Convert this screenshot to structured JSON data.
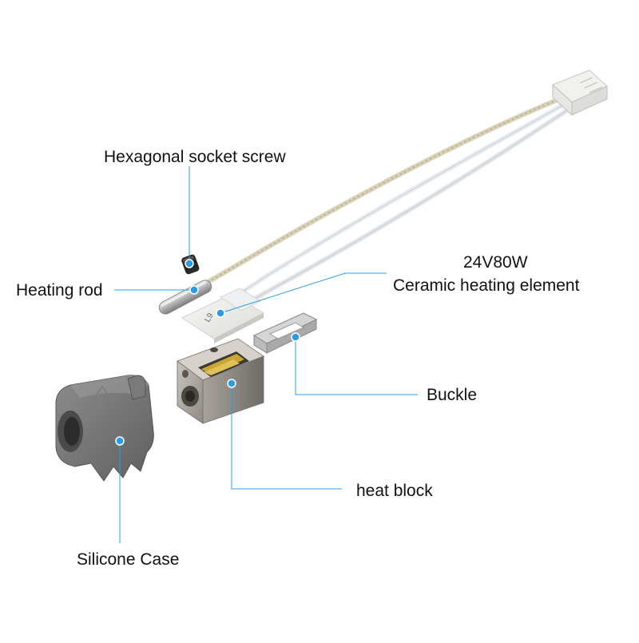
{
  "colors": {
    "leader": "#2a9ce8",
    "background": "#ffffff"
  },
  "labels": {
    "screw": "Hexagonal socket screw",
    "heating_rod": "Heating rod",
    "voltage": "24V80W",
    "ceramic": "Ceramic heating element",
    "buckle": "Buckle",
    "heat_block": "heat block",
    "silicone": "Silicone Case"
  },
  "parts": {
    "ceramic_marking": "L9"
  }
}
